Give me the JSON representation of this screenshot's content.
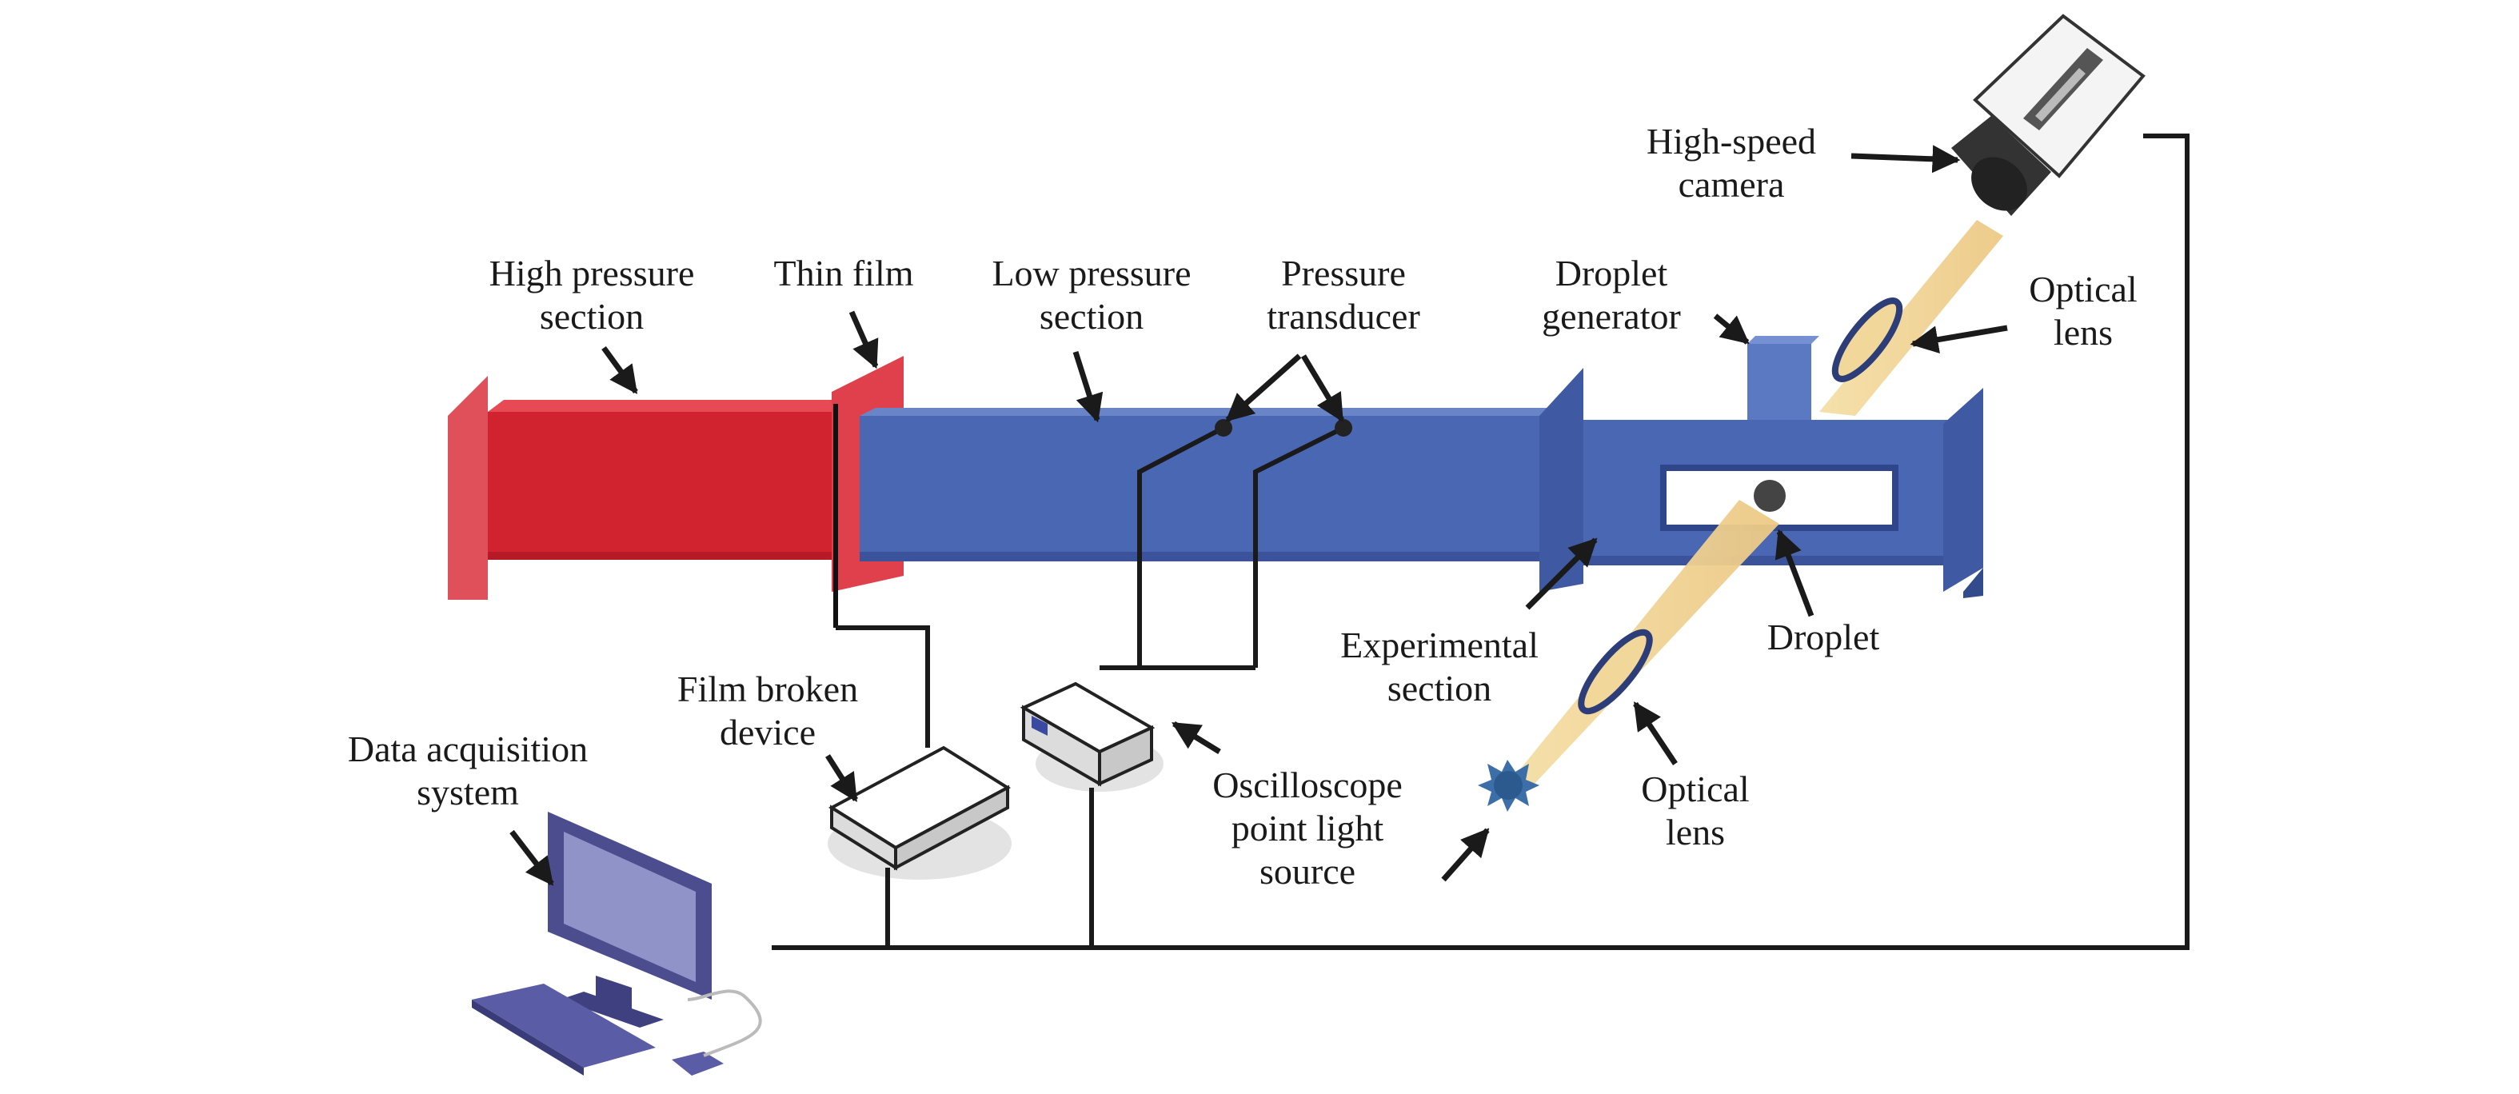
{
  "labels": {
    "high_pressure": [
      "High pressure",
      "section"
    ],
    "thin_film": [
      "Thin film"
    ],
    "low_pressure": [
      "Low pressure",
      "section"
    ],
    "pressure_transducer": [
      "Pressure",
      "transducer"
    ],
    "droplet_generator": [
      "Droplet",
      "generator"
    ],
    "high_speed_camera": [
      "High-speed",
      "camera"
    ],
    "optical_lens_top": [
      "Optical",
      "lens"
    ],
    "experimental_section": [
      "Experimental",
      "section"
    ],
    "droplet": [
      "Droplet"
    ],
    "optical_lens_bottom": [
      "Optical",
      "lens"
    ],
    "film_broken_device": [
      "Film broken",
      "device"
    ],
    "oscilloscope_light": [
      "Oscilloscope",
      "point light",
      "source"
    ],
    "data_acquisition": [
      "Data acquisition",
      "system"
    ]
  },
  "colors": {
    "high_pressure_red": "#d0222f",
    "low_pressure_blue": "#4a67b4",
    "beam_yellow": "#f2d79a",
    "wire": "#1a1a1a"
  }
}
